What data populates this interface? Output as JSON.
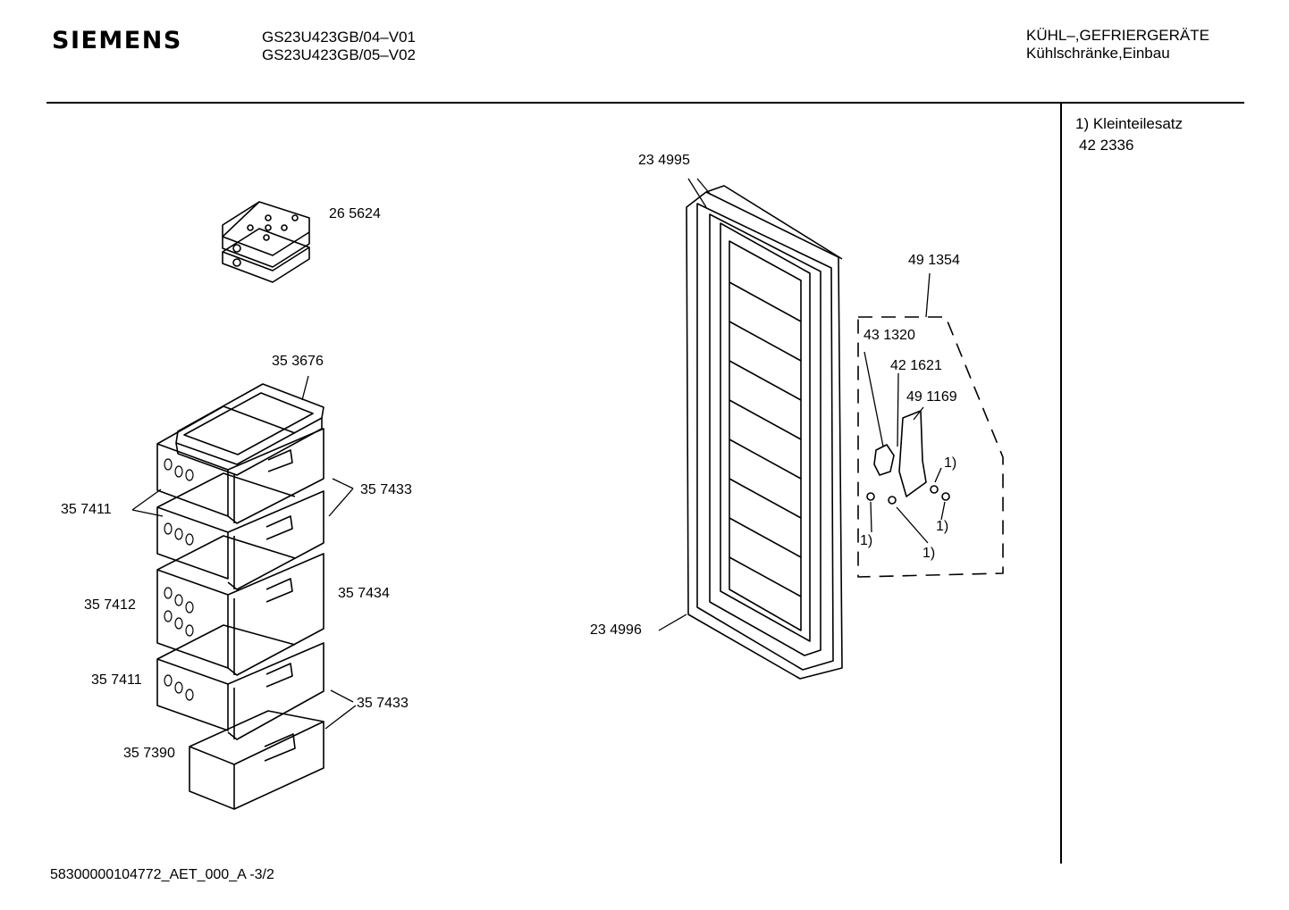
{
  "header": {
    "brand": "SIEMENS",
    "models": [
      "GS23U423GB/04–V01",
      "GS23U423GB/05–V02"
    ],
    "category_line1": "KÜHL–,GEFRIERGERÄTE",
    "category_line2": "Kühlschränke,Einbau"
  },
  "note": {
    "title": "1) Kleinteilesatz",
    "code": "42 2336"
  },
  "footer": {
    "doc_id": "58300000104772_AET_000_A  -3/2"
  },
  "parts": {
    "door_gasket_top": "23 4995",
    "door_frame": "23 4996",
    "ice_pack": "26 5624",
    "hinge_kit": "49 1354",
    "hinge_part_a": "43 1320",
    "hinge_part_b": "42 1621",
    "hinge_part_c": "49 1169",
    "small_part_1": "1)",
    "small_part_2": "1)",
    "small_part_3": "1)",
    "small_part_4": "1)",
    "tray_lid": "35 3676",
    "basket_top": "35 7411",
    "front_top": "35 7433",
    "basket_large": "35 7412",
    "front_large": "35 7434",
    "basket_lower": "35 7411",
    "front_lower": "35 7433",
    "bottom_drawer": "35 7390"
  }
}
